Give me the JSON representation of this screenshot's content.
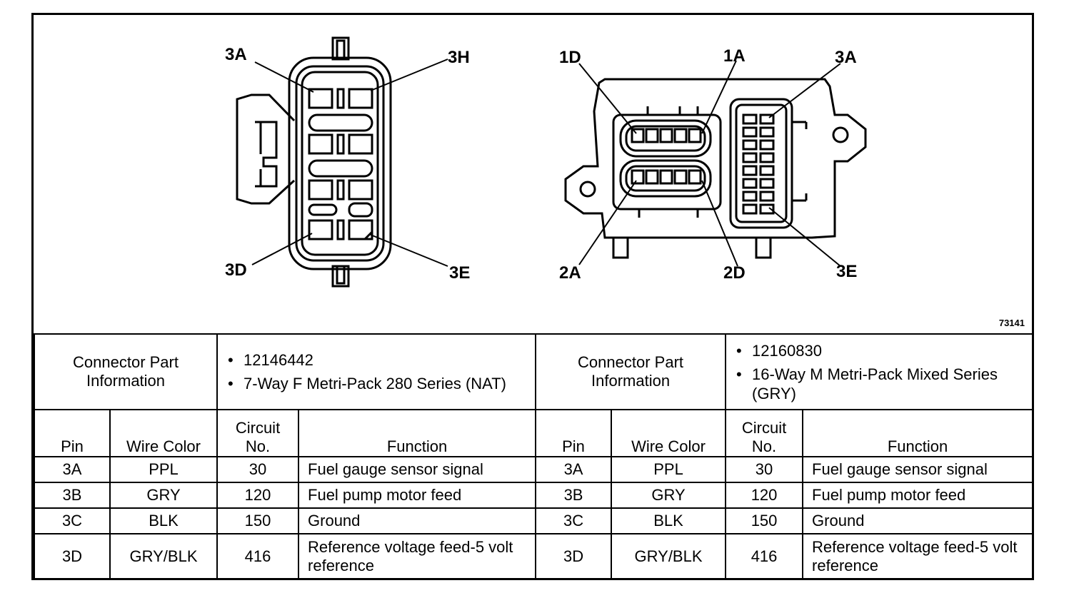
{
  "figure_number": "73141",
  "left_connector": {
    "pin_labels": {
      "top_left": "3A",
      "top_right": "3H",
      "bottom_left": "3D",
      "bottom_right": "3E"
    }
  },
  "right_connector": {
    "pin_labels": {
      "top_left": "1D",
      "top_mid": "1A",
      "top_right": "3A",
      "bottom_left": "2A",
      "bottom_mid": "2D",
      "bottom_right": "3E"
    }
  },
  "table": {
    "left": {
      "info_label": "Connector Part Information",
      "info_items": [
        "12146442",
        "7-Way F Metri-Pack 280 Series (NAT)"
      ],
      "columns": {
        "pin": "Pin",
        "wire_color": "Wire Color",
        "circuit": "Circuit No.",
        "function": "Function"
      },
      "rows": [
        {
          "pin": "3A",
          "wire_color": "PPL",
          "circuit": "30",
          "function": "Fuel gauge sensor signal"
        },
        {
          "pin": "3B",
          "wire_color": "GRY",
          "circuit": "120",
          "function": "Fuel pump motor feed"
        },
        {
          "pin": "3C",
          "wire_color": "BLK",
          "circuit": "150",
          "function": "Ground"
        },
        {
          "pin": "3D",
          "wire_color": "GRY/BLK",
          "circuit": "416",
          "function": "Reference voltage feed-5 volt reference"
        }
      ]
    },
    "right": {
      "info_label": "Connector Part Information",
      "info_items": [
        "12160830",
        "16-Way M Metri-Pack Mixed Series (GRY)"
      ],
      "columns": {
        "pin": "Pin",
        "wire_color": "Wire Color",
        "circuit": "Circuit No.",
        "function": "Function"
      },
      "rows": [
        {
          "pin": "3A",
          "wire_color": "PPL",
          "circuit": "30",
          "function": "Fuel gauge sensor signal"
        },
        {
          "pin": "3B",
          "wire_color": "GRY",
          "circuit": "120",
          "function": "Fuel pump motor feed"
        },
        {
          "pin": "3C",
          "wire_color": "BLK",
          "circuit": "150",
          "function": "Ground"
        },
        {
          "pin": "3D",
          "wire_color": "GRY/BLK",
          "circuit": "416",
          "function": "Reference voltage feed-5 volt reference"
        }
      ]
    }
  }
}
